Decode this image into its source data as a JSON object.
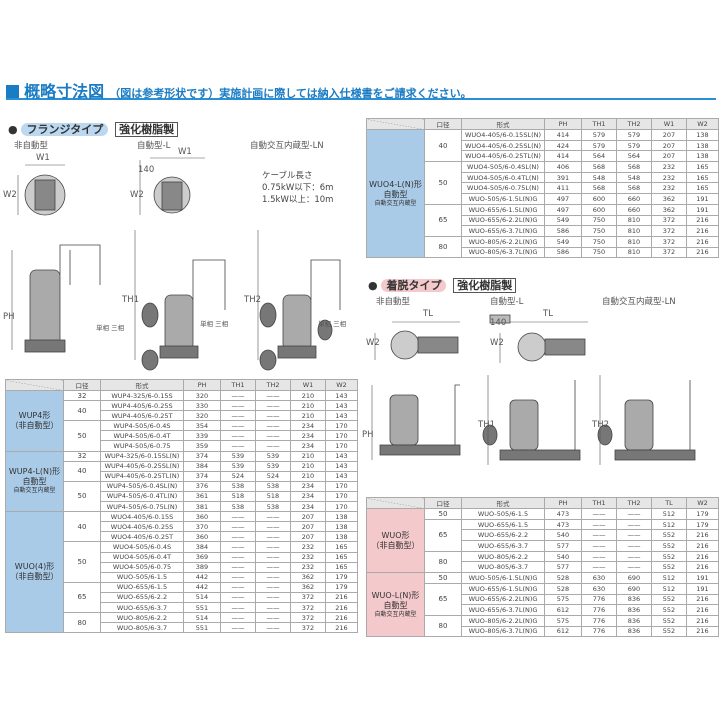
{
  "header": {
    "title": "概略寸法図",
    "subtitle": "（図は参考形状です）実施計画に際しては納入仕様書をご請求ください。"
  },
  "colors": {
    "accent": "#1a7cc4",
    "flange_group": "#a9cbe8",
    "detach_group": "#f4c9cc"
  },
  "flange": {
    "type_label": "フランジタイプ",
    "material": "強化樹脂製",
    "variants": [
      "非自動型",
      "自動型-L",
      "自動交互内蔵型-LN"
    ],
    "dims": {
      "w1": "W1",
      "w2": "W2",
      "ph": "PH",
      "th1": "TH1",
      "th2": "TH2",
      "h140": "140",
      "single": "単相",
      "three": "三相"
    },
    "cable_note": [
      "ケーブル長さ",
      "0.75kW以下：6m",
      "1.5kW以上：10m"
    ]
  },
  "detach": {
    "type_label": "着脱タイプ",
    "material": "強化樹脂製",
    "variants": [
      "非自動型",
      "自動型-L",
      "自動交互内蔵型-LN"
    ],
    "dims": {
      "tl": "TL",
      "w2": "W2",
      "ph": "PH",
      "th1": "TH1",
      "th2": "TH2",
      "h140": "140"
    }
  },
  "tables": {
    "left": {
      "columns": [
        "口径",
        "形式",
        "PH",
        "TH1",
        "TH2",
        "W1",
        "W2"
      ],
      "groups": [
        {
          "name": "WUP4形",
          "sub": "（非自動型）",
          "bores": [
            {
              "bore": "32",
              "rows": [
                [
                  "WUP4-325/6-0.15S",
                  "320",
                  "——",
                  "——",
                  "210",
                  "143"
                ]
              ]
            },
            {
              "bore": "40",
              "rows": [
                [
                  "WUP4-405/6-0.25S",
                  "330",
                  "——",
                  "——",
                  "210",
                  "143"
                ],
                [
                  "WUP4-405/6-0.25T",
                  "320",
                  "——",
                  "——",
                  "210",
                  "143"
                ]
              ]
            },
            {
              "bore": "50",
              "rows": [
                [
                  "WUP4-505/6-0.4S",
                  "354",
                  "——",
                  "——",
                  "234",
                  "170"
                ],
                [
                  "WUP4-505/6-0.4T",
                  "339",
                  "——",
                  "——",
                  "234",
                  "170"
                ],
                [
                  "WUP4-505/6-0.75",
                  "359",
                  "——",
                  "——",
                  "234",
                  "170"
                ]
              ]
            }
          ]
        },
        {
          "name": "WUP4-L(N)形",
          "sub": "自動型",
          "sub2": "自動交互内蔵型",
          "bores": [
            {
              "bore": "32",
              "rows": [
                [
                  "WUP4-325/6-0.15SL(N)",
                  "374",
                  "539",
                  "539",
                  "210",
                  "143"
                ]
              ]
            },
            {
              "bore": "40",
              "rows": [
                [
                  "WUP4-405/6-0.25SL(N)",
                  "384",
                  "539",
                  "539",
                  "210",
                  "143"
                ],
                [
                  "WUP4-405/6-0.25TL(N)",
                  "374",
                  "524",
                  "524",
                  "210",
                  "143"
                ]
              ]
            },
            {
              "bore": "50",
              "rows": [
                [
                  "WUP4-505/6-0.4SL(N)",
                  "376",
                  "538",
                  "538",
                  "234",
                  "170"
                ],
                [
                  "WUP4-505/6-0.4TL(N)",
                  "361",
                  "518",
                  "518",
                  "234",
                  "170"
                ],
                [
                  "WUP4-505/6-0.75L(N)",
                  "381",
                  "538",
                  "538",
                  "234",
                  "170"
                ]
              ]
            }
          ]
        },
        {
          "name": "WUO(4)形",
          "sub": "（非自動型）",
          "bores": [
            {
              "bore": "40",
              "rows": [
                [
                  "WUO4-405/6-0.15S",
                  "360",
                  "——",
                  "——",
                  "207",
                  "138"
                ],
                [
                  "WUO4-405/6-0.25S",
                  "370",
                  "——",
                  "——",
                  "207",
                  "138"
                ],
                [
                  "WUO4-405/6-0.25T",
                  "360",
                  "——",
                  "——",
                  "207",
                  "138"
                ]
              ]
            },
            {
              "bore": "50",
              "rows": [
                [
                  "WUO4-505/6-0.4S",
                  "384",
                  "——",
                  "——",
                  "232",
                  "165"
                ],
                [
                  "WUO4-505/6-0.4T",
                  "369",
                  "——",
                  "——",
                  "232",
                  "165"
                ],
                [
                  "WUO4-505/6-0.75",
                  "389",
                  "——",
                  "——",
                  "232",
                  "165"
                ],
                [
                  "WUO-505/6-1.5",
                  "442",
                  "——",
                  "——",
                  "362",
                  "179"
                ]
              ]
            },
            {
              "bore": "65",
              "rows": [
                [
                  "WUO-655/6-1.5",
                  "442",
                  "——",
                  "——",
                  "362",
                  "179"
                ],
                [
                  "WUO-655/6-2.2",
                  "514",
                  "——",
                  "——",
                  "372",
                  "216"
                ],
                [
                  "WUO-655/6-3.7",
                  "551",
                  "——",
                  "——",
                  "372",
                  "216"
                ]
              ]
            },
            {
              "bore": "80",
              "rows": [
                [
                  "WUO-805/6-2.2",
                  "514",
                  "——",
                  "——",
                  "372",
                  "216"
                ],
                [
                  "WUO-805/6-3.7",
                  "551",
                  "——",
                  "——",
                  "372",
                  "216"
                ]
              ]
            }
          ]
        }
      ]
    },
    "right_top": {
      "columns": [
        "口径",
        "形式",
        "PH",
        "TH1",
        "TH2",
        "W1",
        "W2"
      ],
      "groups": [
        {
          "name": "WUO4-L(N)形",
          "sub": "自動型",
          "sub2": "自動交互内蔵型",
          "bores": [
            {
              "bore": "40",
              "rows": [
                [
                  "WUO4-405/6-0.15SL(N)",
                  "414",
                  "579",
                  "579",
                  "207",
                  "138"
                ],
                [
                  "WUO4-405/6-0.25SL(N)",
                  "424",
                  "579",
                  "579",
                  "207",
                  "138"
                ],
                [
                  "WUO4-405/6-0.25TL(N)",
                  "414",
                  "564",
                  "564",
                  "207",
                  "138"
                ]
              ]
            },
            {
              "bore": "50",
              "rows": [
                [
                  "WUO4-505/6-0.4SL(N)",
                  "406",
                  "568",
                  "568",
                  "232",
                  "165"
                ],
                [
                  "WUO4-505/6-0.4TL(N)",
                  "391",
                  "548",
                  "548",
                  "232",
                  "165"
                ],
                [
                  "WUO4-505/6-0.75L(N)",
                  "411",
                  "568",
                  "568",
                  "232",
                  "165"
                ],
                [
                  "WUO-505/6-1.5L(N)G",
                  "497",
                  "600",
                  "660",
                  "362",
                  "191"
                ]
              ]
            },
            {
              "bore": "65",
              "rows": [
                [
                  "WUO-655/6-1.5L(N)G",
                  "497",
                  "600",
                  "660",
                  "362",
                  "191"
                ],
                [
                  "WUO-655/6-2.2L(N)G",
                  "549",
                  "750",
                  "810",
                  "372",
                  "216"
                ],
                [
                  "WUO-655/6-3.7L(N)G",
                  "586",
                  "750",
                  "810",
                  "372",
                  "216"
                ]
              ]
            },
            {
              "bore": "80",
              "rows": [
                [
                  "WUO-805/6-2.2L(N)G",
                  "549",
                  "750",
                  "810",
                  "372",
                  "216"
                ],
                [
                  "WUO-805/6-3.7L(N)G",
                  "586",
                  "750",
                  "810",
                  "372",
                  "216"
                ]
              ]
            }
          ]
        }
      ]
    },
    "right_bottom": {
      "columns": [
        "口径",
        "形式",
        "PH",
        "TH1",
        "TH2",
        "TL",
        "W2"
      ],
      "groups": [
        {
          "name": "WUO形",
          "sub": "（非自動型）",
          "bores": [
            {
              "bore": "50",
              "rows": [
                [
                  "WUO-505/6-1.5",
                  "473",
                  "——",
                  "——",
                  "512",
                  "179"
                ]
              ]
            },
            {
              "bore": "65",
              "rows": [
                [
                  "WUO-655/6-1.5",
                  "473",
                  "——",
                  "——",
                  "512",
                  "179"
                ],
                [
                  "WUO-655/6-2.2",
                  "540",
                  "——",
                  "——",
                  "552",
                  "216"
                ],
                [
                  "WUO-655/6-3.7",
                  "577",
                  "——",
                  "——",
                  "552",
                  "216"
                ]
              ]
            },
            {
              "bore": "80",
              "rows": [
                [
                  "WUO-805/6-2.2",
                  "540",
                  "——",
                  "——",
                  "552",
                  "216"
                ],
                [
                  "WUO-805/6-3.7",
                  "577",
                  "——",
                  "——",
                  "552",
                  "216"
                ]
              ]
            }
          ]
        },
        {
          "name": "WUO-L(N)形",
          "sub": "自動型",
          "sub2": "自動交互内蔵型",
          "bores": [
            {
              "bore": "50",
              "rows": [
                [
                  "WUO-505/6-1.5L(N)G",
                  "528",
                  "630",
                  "690",
                  "512",
                  "191"
                ]
              ]
            },
            {
              "bore": "65",
              "rows": [
                [
                  "WUO-655/6-1.5L(N)G",
                  "528",
                  "630",
                  "690",
                  "512",
                  "191"
                ],
                [
                  "WUO-655/6-2.2L(N)G",
                  "575",
                  "776",
                  "836",
                  "552",
                  "216"
                ],
                [
                  "WUO-655/6-3.7L(N)G",
                  "612",
                  "776",
                  "836",
                  "552",
                  "216"
                ]
              ]
            },
            {
              "bore": "80",
              "rows": [
                [
                  "WUO-805/6-2.2L(N)G",
                  "575",
                  "776",
                  "836",
                  "552",
                  "216"
                ],
                [
                  "WUO-805/6-3.7L(N)G",
                  "612",
                  "776",
                  "836",
                  "552",
                  "216"
                ]
              ]
            }
          ]
        }
      ]
    }
  }
}
